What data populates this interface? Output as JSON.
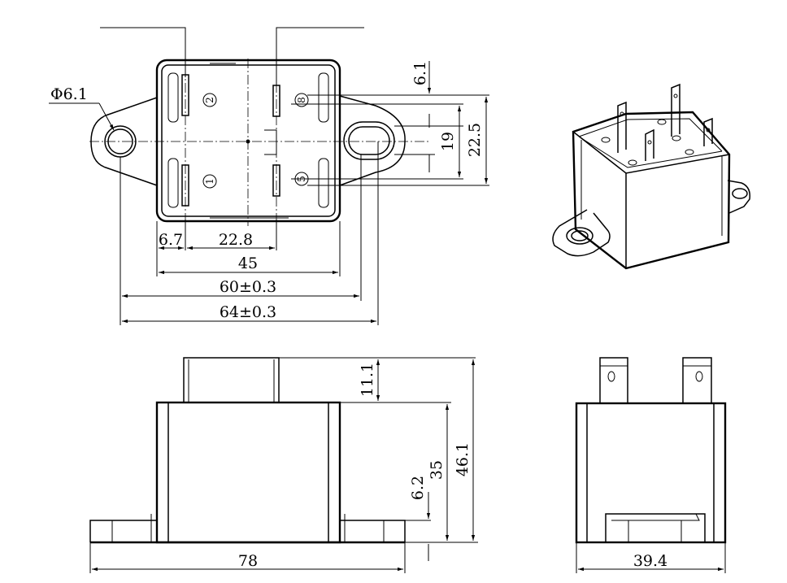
{
  "drawing": {
    "top_view": {
      "hole_diameter": "Φ6.1",
      "pin_numbers": [
        "2",
        "8",
        "1",
        "5"
      ],
      "dims": {
        "d_6_7": "6.7",
        "d_22_8": "22.8",
        "d_45": "45",
        "d_60": "60±0.3",
        "d_64": "64±0.3",
        "d_6_1": "6.1",
        "d_19": "19",
        "d_22_5": "22.5"
      }
    },
    "front_view": {
      "dims": {
        "d_11_1": "11.1",
        "d_6_2": "6.2",
        "d_35": "35",
        "d_46_1": "46.1",
        "d_78": "78"
      }
    },
    "side_view": {
      "dims": {
        "d_39_4": "39.4"
      }
    }
  }
}
